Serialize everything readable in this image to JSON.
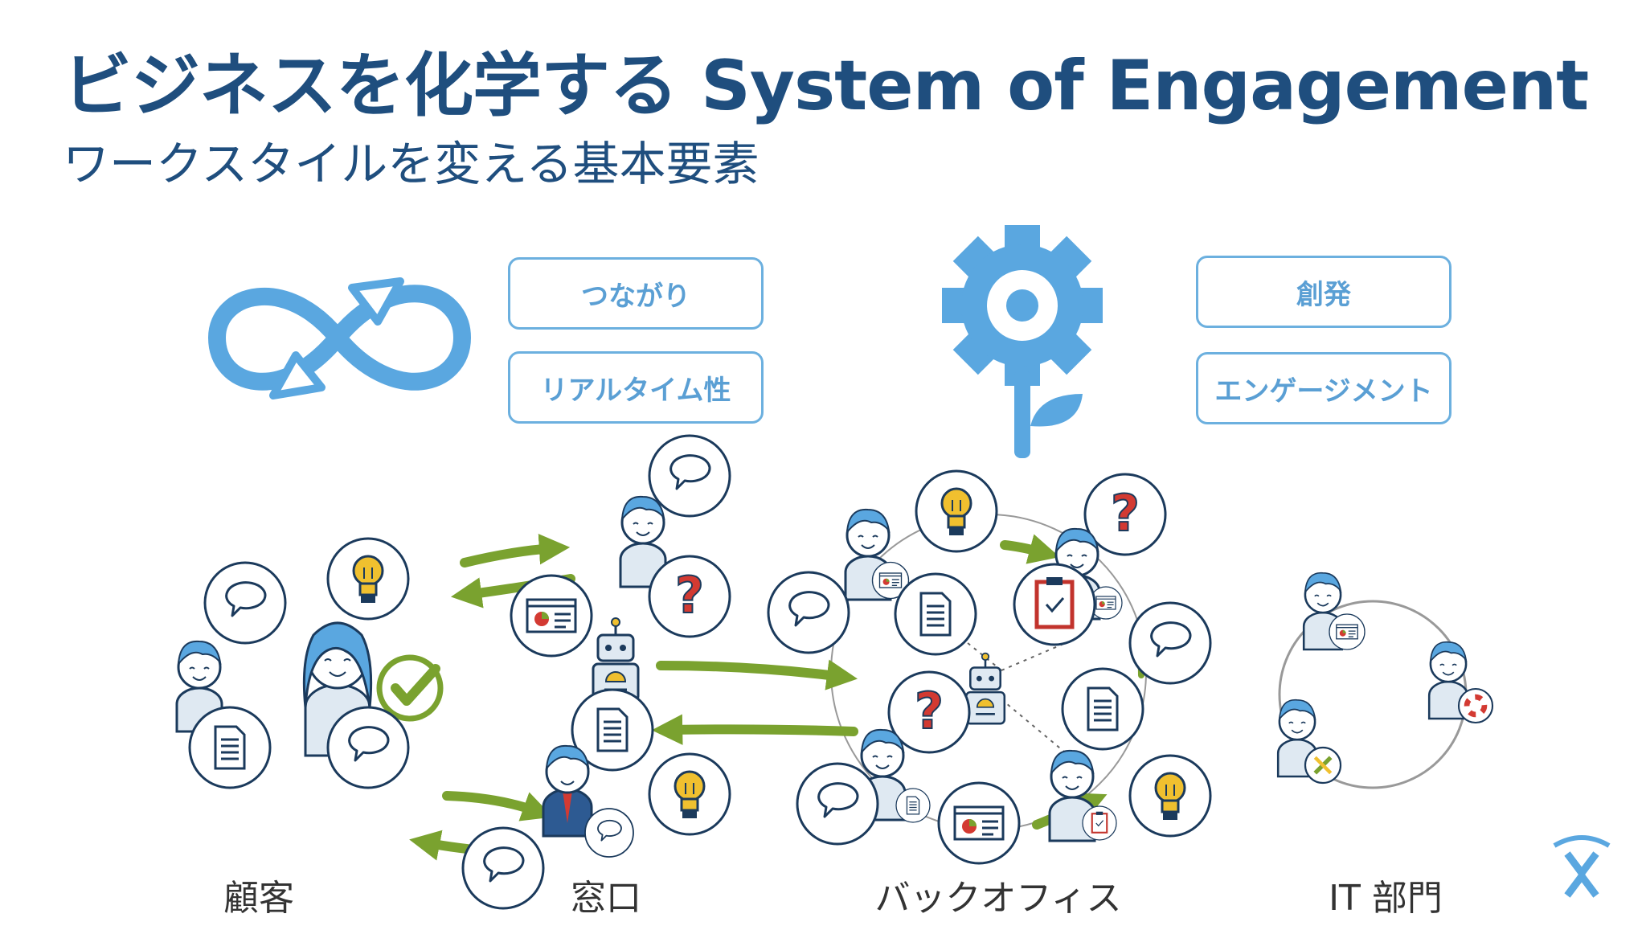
{
  "header": {
    "title": "ビジネスを化学する System of Engagement",
    "subtitle": "ワークスタイルを変える基本要素"
  },
  "tags": {
    "connection": "つながり",
    "realtime": "リアルタイム性",
    "creation": "創発",
    "engagement": "エンゲージメント"
  },
  "sections": {
    "customer": "顧客",
    "front_desk": "窓口",
    "back_office": "バックオフィス",
    "it_dept": "IT 部門"
  },
  "colors": {
    "navy": "#1f4e7e",
    "accent_blue": "#5aa7e0",
    "arrow_green": "#7aa22f",
    "bubble_stroke": "#1b3a5c",
    "bulb_yellow": "#f0c02f",
    "question_red": "#d33a32"
  },
  "icons": [
    "infinity-loop-icon",
    "gear-flower-icon",
    "speech-bubble-icon",
    "lightbulb-icon",
    "question-mark-icon",
    "document-icon",
    "dashboard-icon",
    "robot-icon",
    "checkmark-icon",
    "clipboard-check-icon",
    "lifebuoy-icon",
    "tools-icon",
    "atlassian-logo-icon"
  ]
}
